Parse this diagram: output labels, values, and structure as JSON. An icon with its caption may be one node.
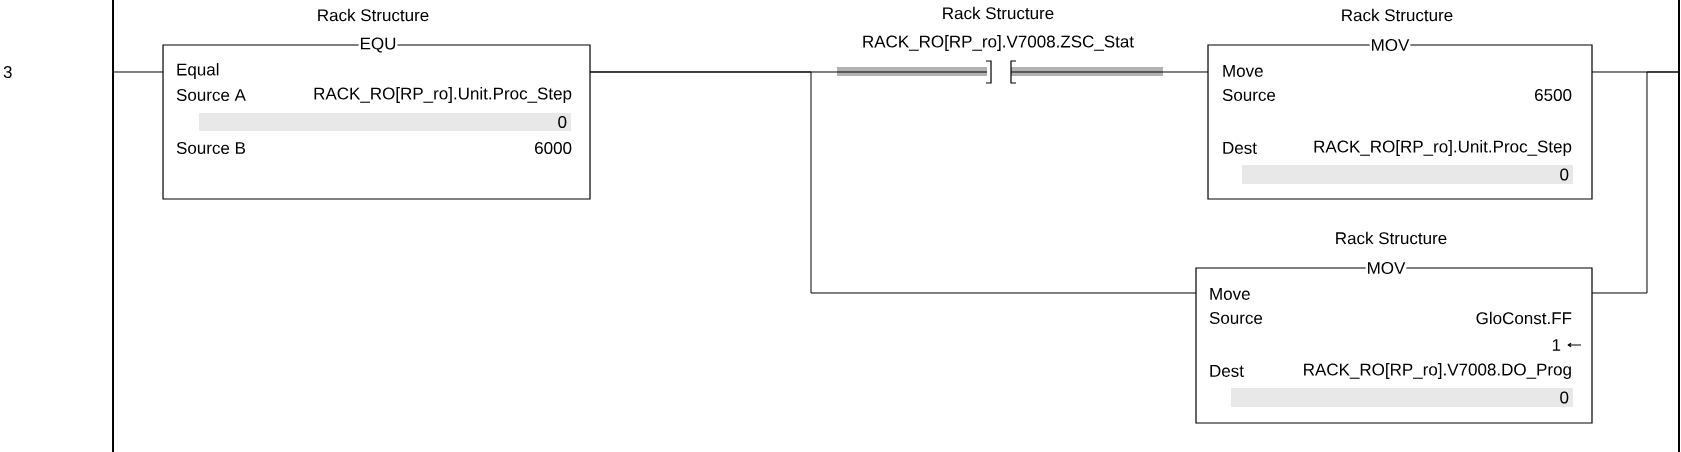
{
  "diagram": {
    "nodes": [
      {
        "text": [],
        "shape": "bar"
      },
      {
        "text": [
          "Rack Structure",
          "EQU",
          "Equal",
          "Source A",
          "RACK_RO[RP_ro].Unit.Proc_Step",
          "0",
          "Source B",
          "6000"
        ]
      },
      {
        "text": [
          "Rack Structure",
          "RACK_RO[RP_ro].V7008.ZSC_Stat"
        ]
      },
      {
        "text": [
          "Rack Structure",
          "MOV",
          "Move",
          "Source",
          "6500",
          "Dest",
          "RACK_RO[RP_ro].Unit.Proc_Step",
          "0"
        ]
      },
      {
        "text": [
          "Rack Structure",
          "MOV",
          "Move",
          "Source",
          "GloConst.FF",
          "1",
          "Dest",
          "RACK_RO[RP_ro].V7008.DO_Prog",
          "0"
        ]
      },
      {
        "text": [],
        "shape": "bar"
      }
    ],
    "edges": [
      {
        "from": 0,
        "to": 1,
        "arrow": "none"
      },
      {
        "from": 1,
        "to": 2,
        "arrow": "none"
      },
      {
        "from": 2,
        "to": 3,
        "arrow": "none"
      },
      {
        "from": 1,
        "to": 4,
        "arrow": "none"
      },
      {
        "from": 3,
        "to": 5,
        "arrow": "none"
      },
      {
        "from": 4,
        "to": 5,
        "arrow": "none"
      }
    ],
    "labels": [
      "3"
    ]
  }
}
